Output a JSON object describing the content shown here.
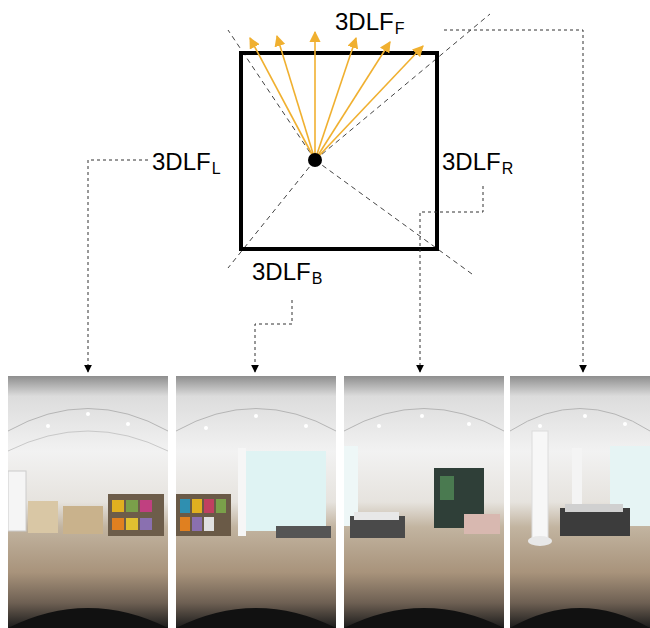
{
  "diagram": {
    "labels": [
      "3DLF",
      "F",
      "3DLF",
      "L",
      "3DLF",
      "R",
      "3DLF",
      "B"
    ]
  }
}
